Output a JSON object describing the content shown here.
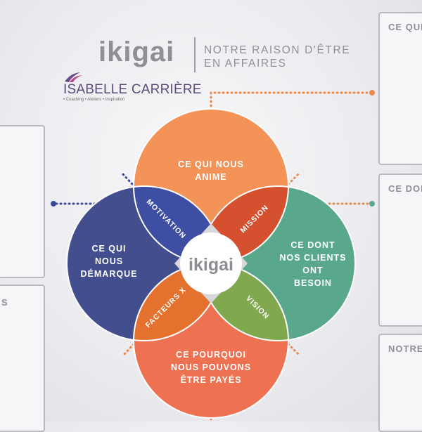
{
  "header": {
    "title": "ikigai",
    "subtitle_line1": "NOTRE RAISON D'ÊTRE",
    "subtitle_line2": "EN AFFAIRES"
  },
  "logo": {
    "name": "ISABELLE CARRIÈRE",
    "tagline": "• Coaching  • Ateliers  • Inspiration"
  },
  "diagram": {
    "top": {
      "line1": "CE QUI NOUS",
      "line2": "ANIME"
    },
    "left": {
      "line1": "CE QUI",
      "line2": "NOUS",
      "line3": "DÉMARQUE"
    },
    "right": {
      "line1": "CE DONT",
      "line2": "NOS CLIENTS",
      "line3": "ONT",
      "line4": "BESOIN"
    },
    "bottom": {
      "line1": "CE POURQUOI",
      "line2": "NOUS POUVONS",
      "line3": "ÊTRE PAYÉS"
    },
    "overlaps": {
      "motivation": "MOTIVATION",
      "mission": "MISSION",
      "facteurs": "FACTEURS X",
      "vision": "VISION"
    },
    "center": "ikigai"
  },
  "frames": {
    "top_right": "CE QUI",
    "mid_right": "CE DON",
    "bottom_right": "NOTRE",
    "left_lower": "S"
  },
  "colors": {
    "top": "#f39358",
    "left": "#434e8e",
    "right": "#5aa88b",
    "bottom": "#ee7152",
    "motivation": "#3e4ea3",
    "mission": "#d4502f",
    "facteurs": "#e4712d",
    "vision": "#80a84e",
    "connector": "#e88a4e",
    "connector_blue": "#3a4a9a"
  }
}
